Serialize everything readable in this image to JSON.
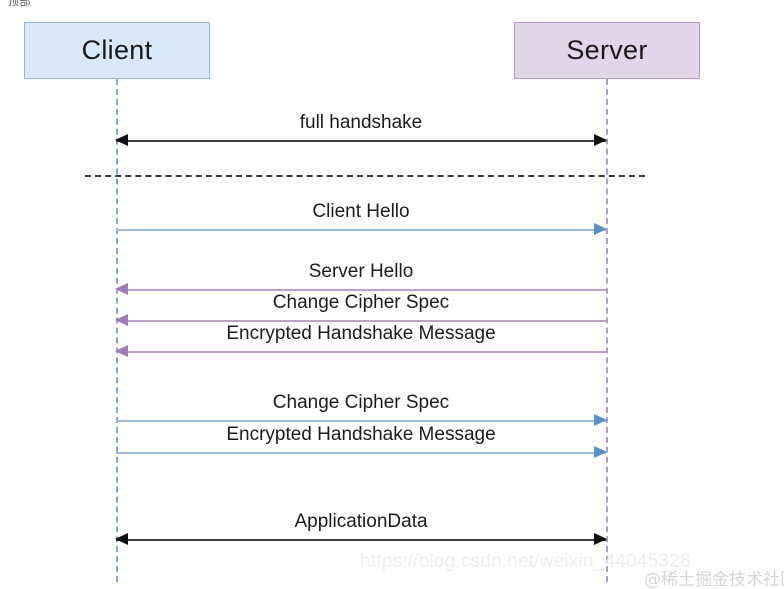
{
  "corner_fragment": "顶部",
  "actors": {
    "client": {
      "label": "Client",
      "fill": "#dae8fc",
      "stroke": "#9ab5d9"
    },
    "server": {
      "label": "Server",
      "fill": "#e1d5e7",
      "stroke": "#b39bc8"
    }
  },
  "messages": [
    {
      "label": "full handshake",
      "direction": "both",
      "color": "black"
    },
    {
      "label": "Client Hello",
      "direction": "right",
      "color": "blue"
    },
    {
      "label": "Server Hello",
      "direction": "left",
      "color": "purple"
    },
    {
      "label": "Change Cipher Spec",
      "direction": "left",
      "color": "purple"
    },
    {
      "label": "Encrypted Handshake Message",
      "direction": "left",
      "color": "purple"
    },
    {
      "label": "Change Cipher Spec",
      "direction": "right",
      "color": "blue"
    },
    {
      "label": "Encrypted Handshake Message",
      "direction": "right",
      "color": "blue"
    },
    {
      "label": "ApplicationData",
      "direction": "both",
      "color": "black"
    }
  ],
  "watermark": {
    "url": "https://blog.csdn.net/weixin_44045328",
    "credit": "@稀土掘金技术社区"
  },
  "colors": {
    "black_line": "#3d3d3d",
    "blue_line": "#9fbcdb",
    "purple_line": "#bba0ca",
    "client_lifeline": "#7ea6d9",
    "server_lifeline": "#b39bc8",
    "separator": "#3a3a3a"
  }
}
